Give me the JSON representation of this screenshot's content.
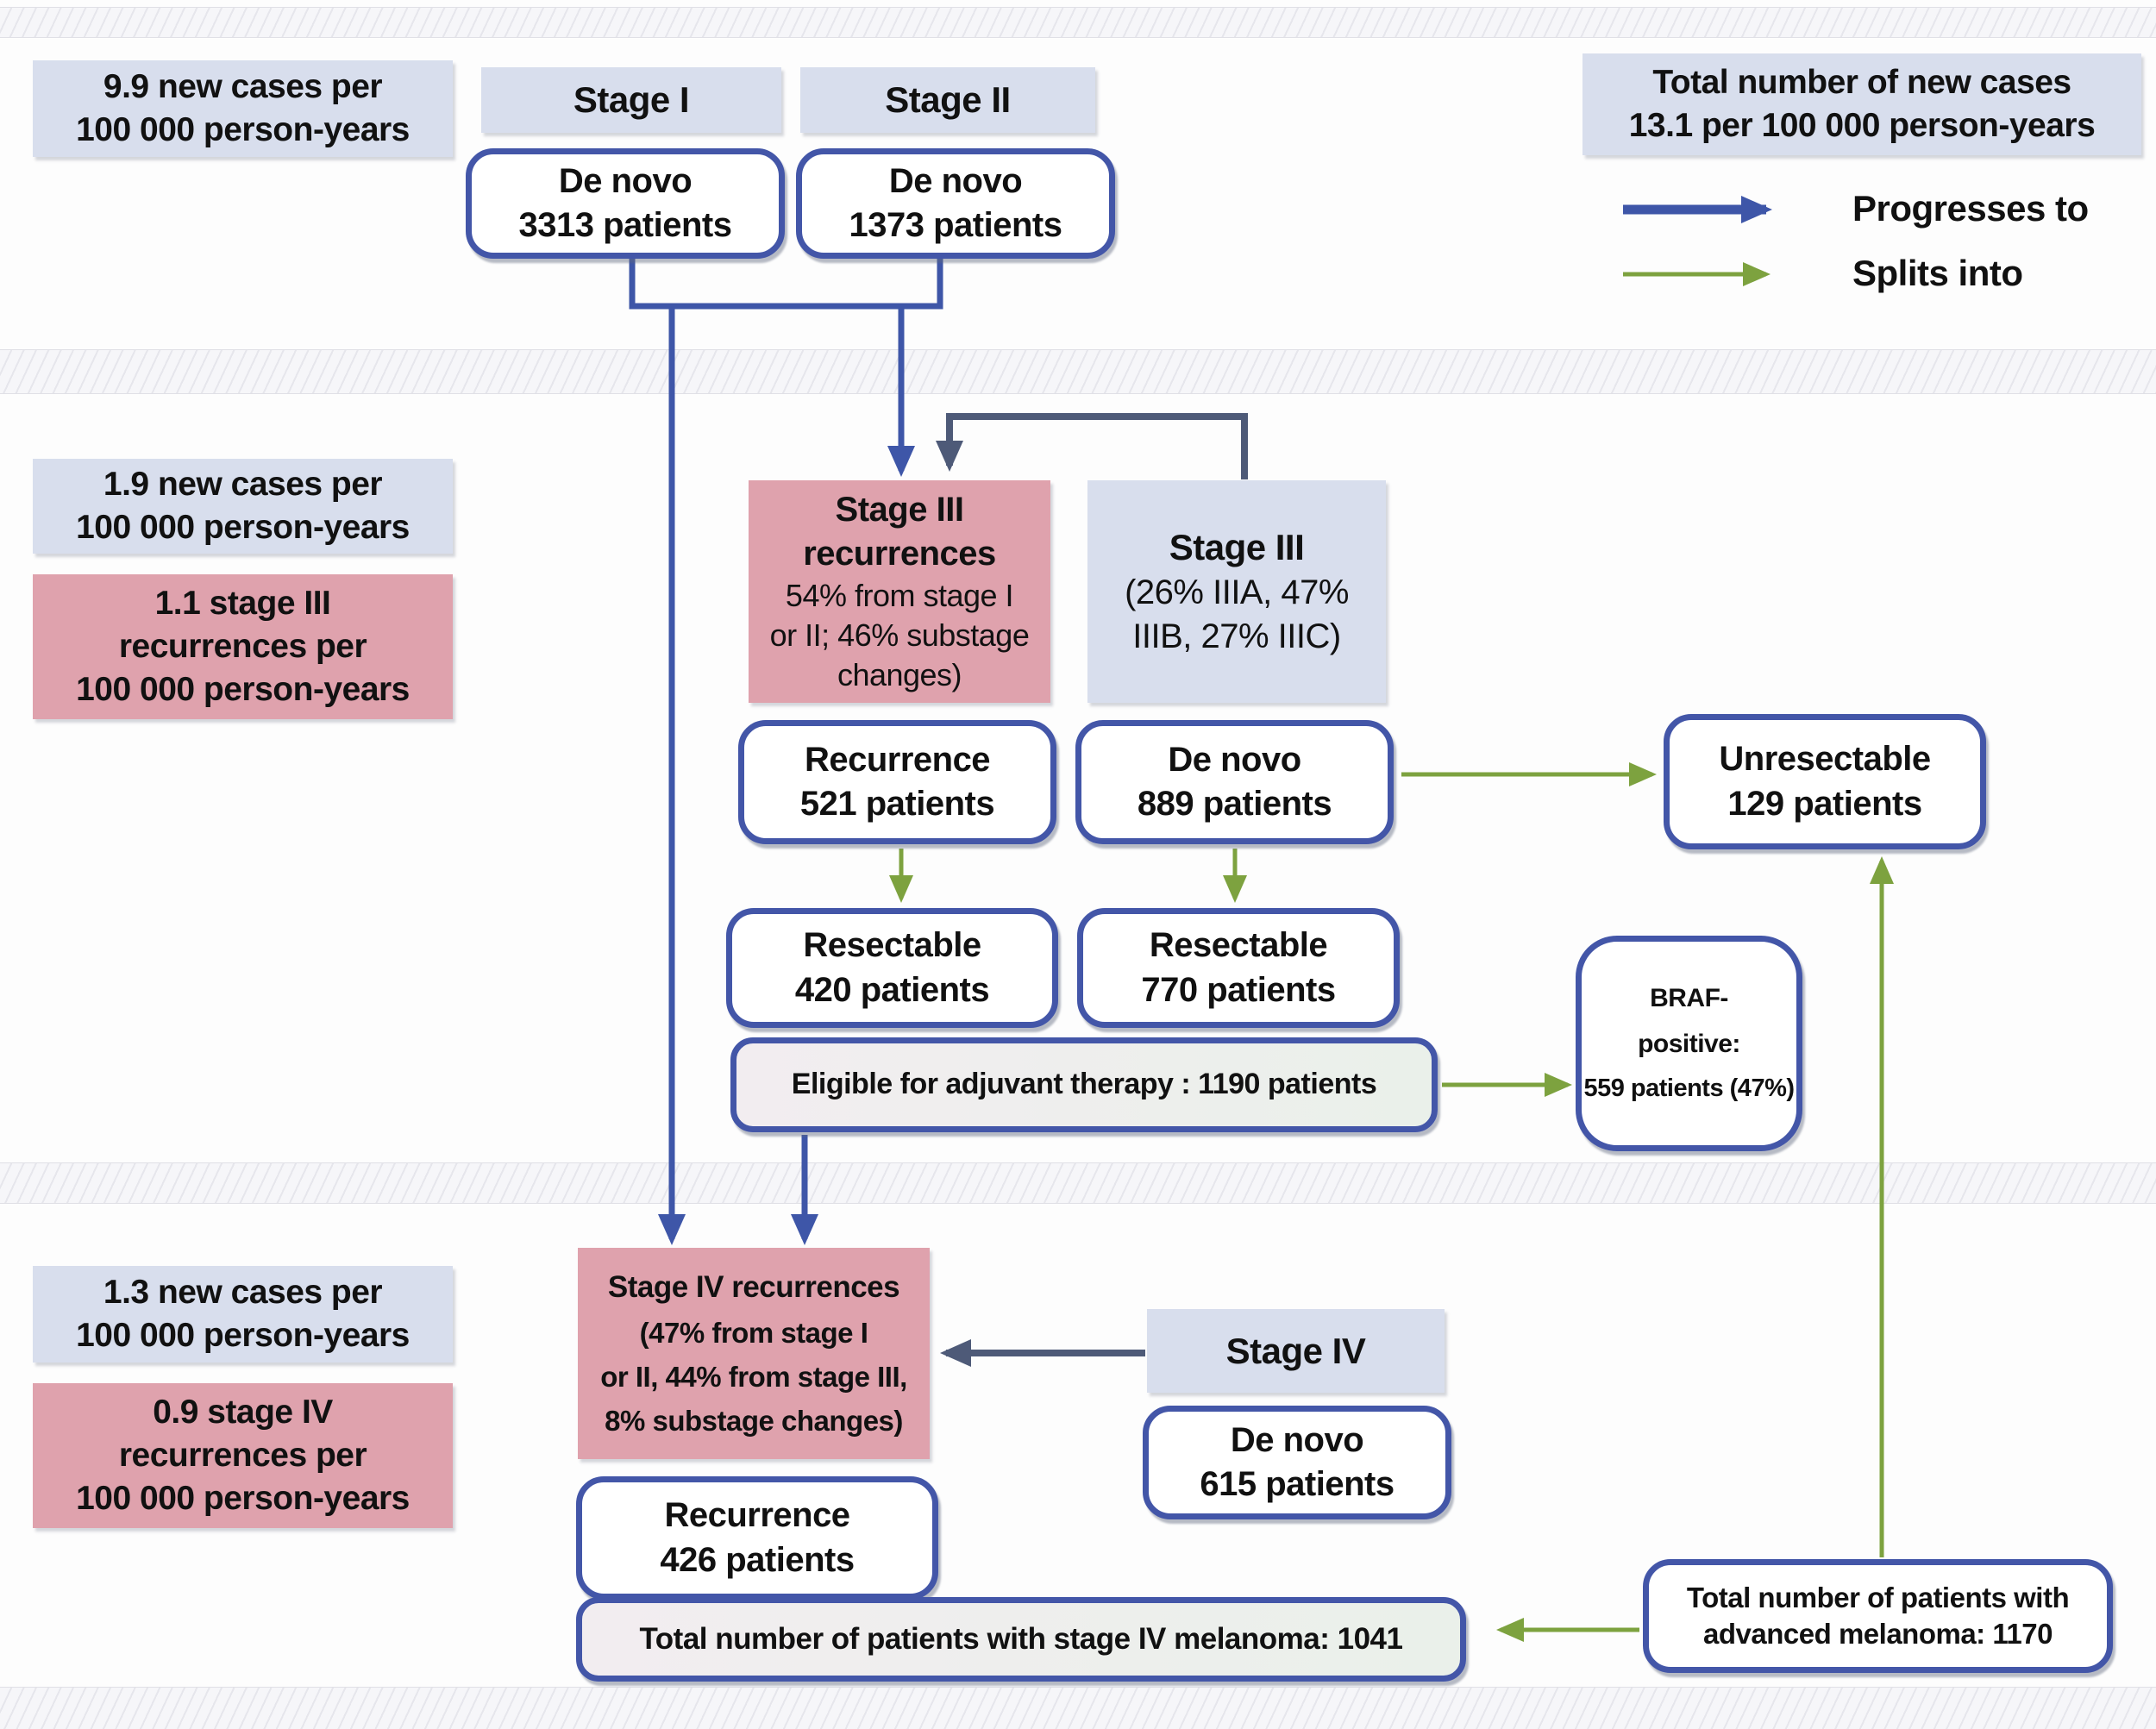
{
  "top": {
    "incidence": {
      "line1": "9.9 new cases per",
      "line2": "100 000 person-years"
    },
    "stage1_header": "Stage I",
    "stage2_header": "Stage II",
    "denovo_stage1": {
      "line1": "De novo",
      "line2": "3313 patients"
    },
    "denovo_stage2": {
      "line1": "De novo",
      "line2": "1373 patients"
    },
    "total_new_cases": {
      "line1": "Total number of new cases",
      "line2": "13.1 per 100 000 person-years"
    },
    "legend": {
      "progresses": "Progresses to",
      "splits": "Splits into"
    }
  },
  "mid": {
    "incidence": {
      "line1": "1.9 new cases per",
      "line2": "100 000 person-years"
    },
    "recurrence_rate": {
      "line1": "1.1 stage III",
      "line2": "recurrences per",
      "line3": "100 000 person-years"
    },
    "stage3_recurrences": {
      "title1": "Stage III",
      "title2": "recurrences",
      "body1": "54% from stage I",
      "body2": "or II; 46% substage",
      "body3": "changes)"
    },
    "stage3": {
      "title": "Stage III",
      "body1": "(26% IIIA, 47%",
      "body2": "IIIB, 27% IIIC)"
    },
    "recurrence_521": {
      "line1": "Recurrence",
      "line2": "521 patients"
    },
    "denovo_889": {
      "line1": "De novo",
      "line2": "889 patients"
    },
    "unresectable": {
      "line1": "Unresectable",
      "line2": "129 patients"
    },
    "resectable_420": {
      "line1": "Resectable",
      "line2": "420 patients"
    },
    "resectable_770": {
      "line1": "Resectable",
      "line2": "770 patients"
    },
    "eligible": "Eligible for adjuvant therapy : 1190 patients",
    "braf": {
      "line1": "BRAF-",
      "line2": "positive:",
      "line3": "559 patients (47%)"
    }
  },
  "bottom": {
    "incidence": {
      "line1": "1.3 new cases per",
      "line2": "100 000 person-years"
    },
    "recurrence_rate": {
      "line1": "0.9 stage IV",
      "line2": "recurrences per",
      "line3": "100 000 person-years"
    },
    "stage4_recurrences": {
      "title": "Stage IV recurrences",
      "body1": "(47% from stage I",
      "body2": "or II, 44% from stage III,",
      "body3": "8% substage changes)"
    },
    "stage4_header": "Stage IV",
    "denovo_615": {
      "line1": "De novo",
      "line2": "615 patients"
    },
    "recurrence_426": {
      "line1": "Recurrence",
      "line2": "426 patients"
    },
    "total_stage4": "Total number of patients with stage IV melanoma: 1041",
    "advanced": {
      "line1": "Total number of patients with",
      "line2": "advanced melanoma: 1170"
    }
  },
  "colors": {
    "node_border": "#4356a8",
    "arrow_blue": "#3e56a8",
    "arrow_slate": "#4e5a78",
    "arrow_green": "#7da23f",
    "box_blue": "#d8deed",
    "box_pink": "#dfa2ad",
    "box_gray": "#eceeec"
  }
}
